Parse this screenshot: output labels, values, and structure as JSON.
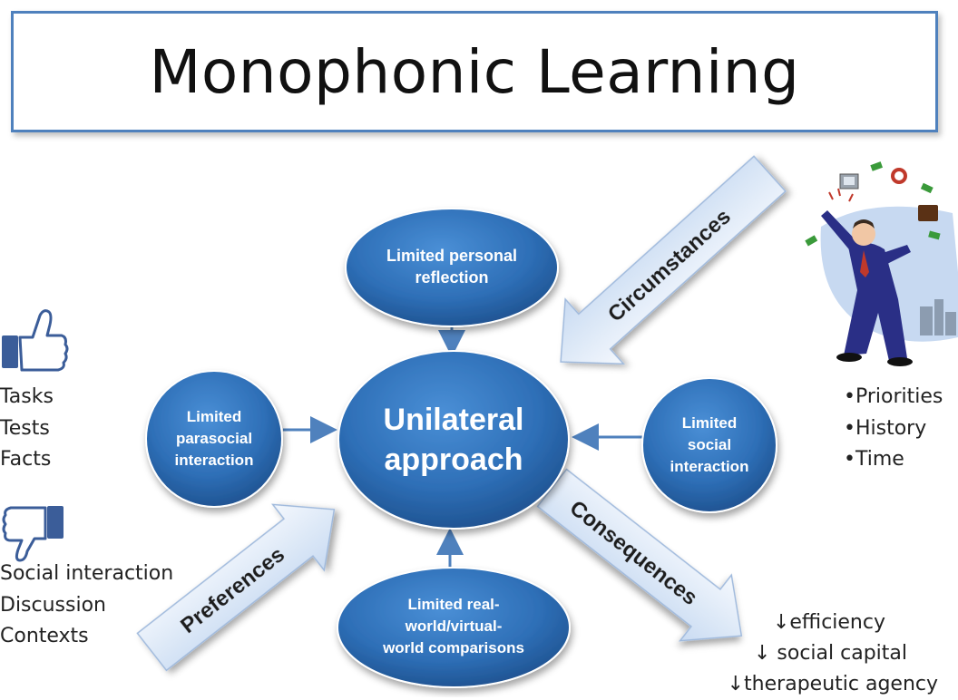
{
  "title": "Monophonic Learning",
  "center": {
    "line1": "Unilateral",
    "line2": "approach"
  },
  "nodes": {
    "top": {
      "line1": "Limited personal",
      "line2": "reflection"
    },
    "left": {
      "line1": "Limited",
      "line2": "parasocial",
      "line3": "interaction"
    },
    "right": {
      "line1": "Limited",
      "line2": "social",
      "line3": "interaction"
    },
    "bottom": {
      "line1": "Limited real-",
      "line2": "world/virtual-",
      "line3": "world comparisons"
    }
  },
  "arrows": {
    "circumstances": "Circumstances",
    "preferences": "Preferences",
    "consequences": "Consequences"
  },
  "likes": [
    "Tasks",
    "Tests",
    "Facts"
  ],
  "dislikes": [
    "Social interaction",
    "Discussion",
    "Contexts"
  ],
  "circumstance_items": [
    "•Priorities",
    "•History",
    "•Time"
  ],
  "consequence_items": [
    "↓efficiency",
    "↓ social capital",
    "↓therapeutic agency"
  ],
  "colors": {
    "title_border": "#4f81bd",
    "node_blue": "#2e6fb7",
    "node_blue_dark": "#1d4f8c",
    "arrow_fill": "#dce8f7",
    "thumb_blue": "#4a6fb0"
  },
  "icons": {
    "like": "thumbs-up-icon",
    "dislike": "thumbs-down-icon",
    "figure": "juggling-businessman-illustration"
  }
}
